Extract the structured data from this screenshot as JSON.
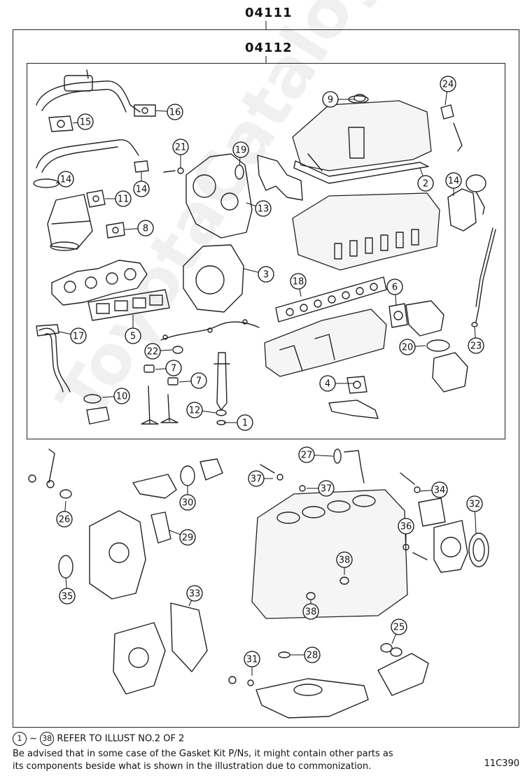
{
  "header": {
    "outer_code": "04111",
    "inner_code": "04112"
  },
  "watermark": "ToyotaCatalogs.ru",
  "callouts": [
    "1",
    "2",
    "3",
    "4",
    "5",
    "6",
    "7",
    "7",
    "8",
    "9",
    "10",
    "11",
    "12",
    "13",
    "14",
    "14",
    "14",
    "15",
    "16",
    "17",
    "18",
    "19",
    "20",
    "21",
    "22",
    "23",
    "24",
    "25",
    "26",
    "27",
    "28",
    "29",
    "30",
    "31",
    "32",
    "33",
    "34",
    "35",
    "36",
    "37",
    "37",
    "38",
    "38"
  ],
  "footer": {
    "ref_start": "1",
    "ref_sep": "~",
    "ref_end": "38",
    "ref_text": "REFER TO ILLUST NO.2 OF 2",
    "advice_line1": "Be advised that in some case of the Gasket Kit P/Ns, it might contain other parts as",
    "advice_line2": "its components beside what is shown in the illustration due to commonization.",
    "drawing_id": "11C390"
  }
}
